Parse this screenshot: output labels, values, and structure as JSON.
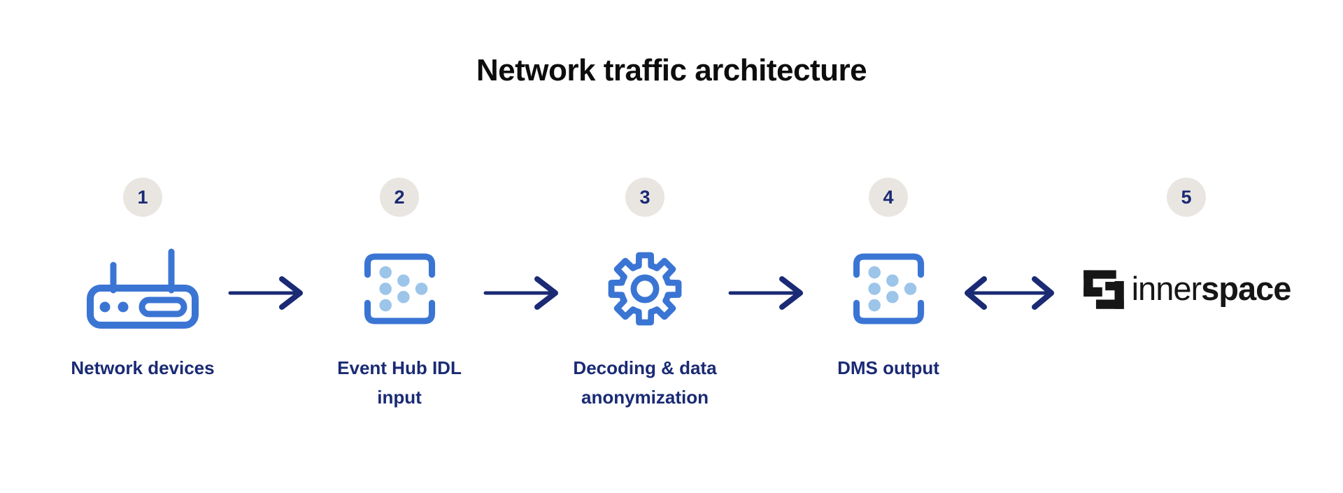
{
  "title": "Network traffic architecture",
  "steps": [
    {
      "number": "1",
      "label": "Network devices",
      "icon": "router-icon"
    },
    {
      "number": "2",
      "label": "Event Hub IDL\ninput",
      "icon": "event-hub-icon"
    },
    {
      "number": "3",
      "label": "Decoding & data\nanonymization",
      "icon": "gear-icon"
    },
    {
      "number": "4",
      "label": "DMS output",
      "icon": "event-hub-icon"
    },
    {
      "number": "5",
      "label": "",
      "icon": "innerspace-logo"
    }
  ],
  "arrows": [
    {
      "from": "1",
      "to": "2",
      "type": "right-arrow"
    },
    {
      "from": "2",
      "to": "3",
      "type": "right-arrow"
    },
    {
      "from": "3",
      "to": "4",
      "type": "right-arrow"
    },
    {
      "from": "4",
      "to": "5",
      "type": "double-arrow"
    }
  ],
  "brand": {
    "name_light": "inner",
    "name_bold": "space"
  },
  "colors": {
    "icon_blue": "#3B75D4",
    "dot_blue": "#9CC5E9",
    "navy": "#1A2A74",
    "badge_bg": "#E9E6E1",
    "title": "#0D0D0D",
    "logo_black": "#161616",
    "background": "#FFFFFF"
  }
}
